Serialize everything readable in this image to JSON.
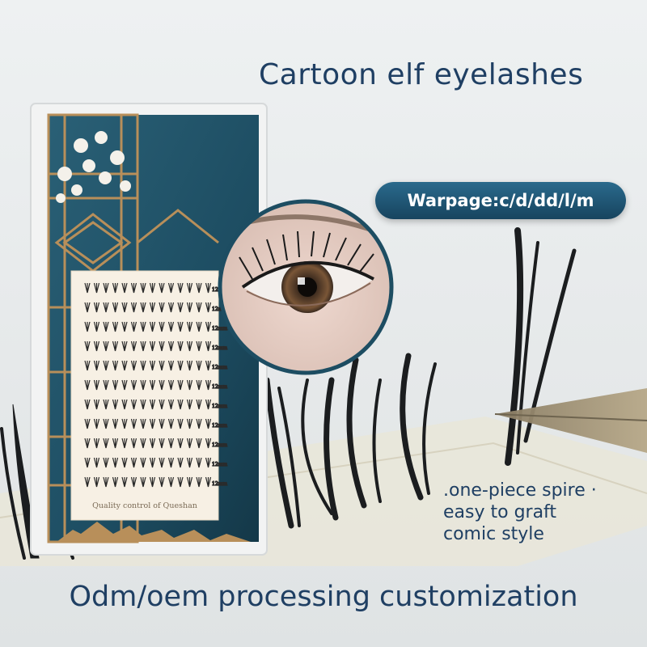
{
  "title": "Cartoon elf eyelashes",
  "warpage_label": "Warpage:c/d/dd/l/m",
  "features": [
    ".one-piece spire ·",
    "easy to graft",
    "comic style"
  ],
  "bottom_caption": "Odm/oem processing customization",
  "product_card": {
    "caption": "Quality control of Queshan",
    "length_label": "12mm"
  },
  "colors": {
    "heading": "#1f3f63",
    "pill": "#1f5576",
    "package_teal": "#1d4d62",
    "lattice_gold": "#b88f5a"
  }
}
